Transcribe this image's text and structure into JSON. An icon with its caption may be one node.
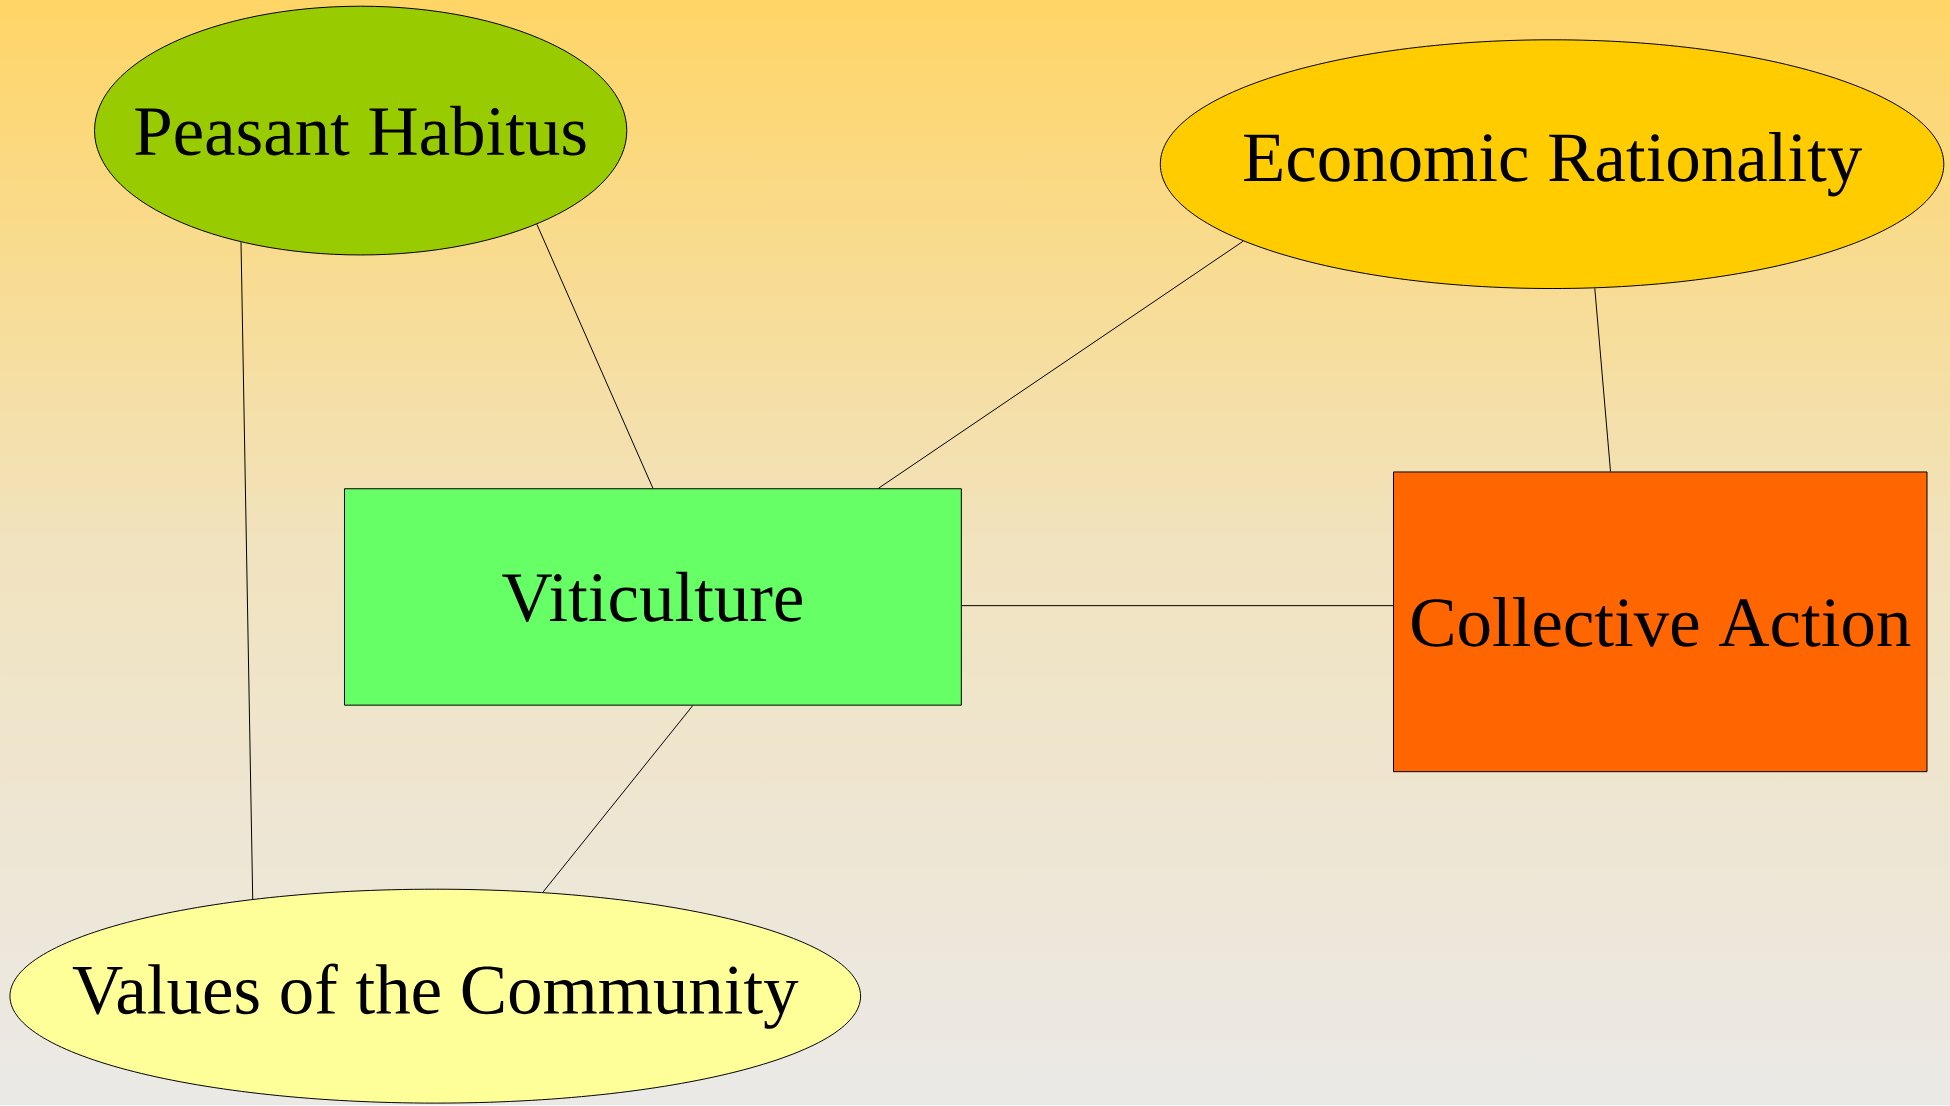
{
  "diagram": {
    "nodes": [
      {
        "text": [
          "Peasant Habitus"
        ]
      },
      {
        "text": [
          "Economic Rationality"
        ]
      },
      {
        "text": [
          "Viticulture"
        ]
      },
      {
        "text": [
          "Collective Action"
        ]
      },
      {
        "text": [
          "Values of the Community"
        ]
      }
    ],
    "edges": [
      {
        "from": 0,
        "to": 2,
        "arrow": "none"
      },
      {
        "from": 1,
        "to": 2,
        "arrow": "none"
      },
      {
        "from": 1,
        "to": 3,
        "arrow": "none"
      },
      {
        "from": 2,
        "to": 3,
        "arrow": "none"
      },
      {
        "from": 2,
        "to": 4,
        "arrow": "none"
      },
      {
        "from": 0,
        "to": 4,
        "arrow": "none"
      }
    ]
  }
}
